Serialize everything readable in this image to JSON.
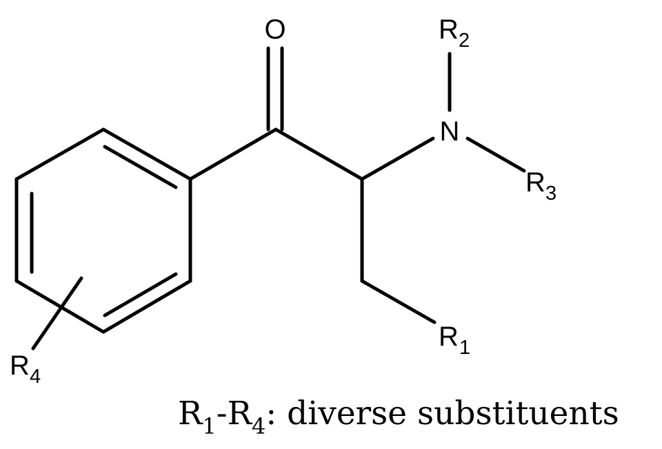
{
  "atoms": {
    "oxygen": "O",
    "nitrogen": "N",
    "r1": {
      "symbol": "R",
      "index": "1"
    },
    "r2": {
      "symbol": "R",
      "index": "2"
    },
    "r3": {
      "symbol": "R",
      "index": "3"
    },
    "r4": {
      "symbol": "R",
      "index": "4"
    }
  },
  "caption": {
    "r_start": "R",
    "start_index": "1",
    "dash": "-",
    "r_end": "R",
    "end_index": "4",
    "text": ": diverse substituents"
  }
}
